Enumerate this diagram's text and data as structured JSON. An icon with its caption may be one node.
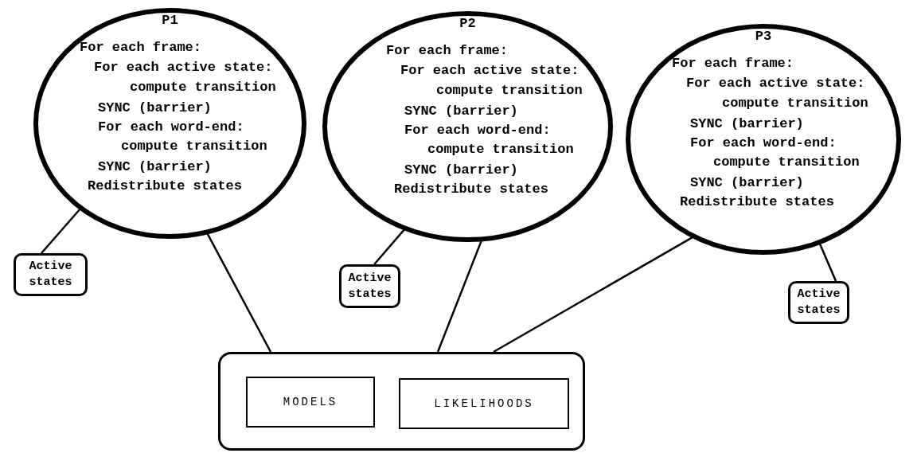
{
  "diagram": {
    "nodes": [
      {
        "text": [
          "P1",
          "For each frame:",
          "For each active state:",
          "compute transition",
          "SYNC (barrier)",
          "For each word-end:",
          "compute transition",
          "SYNC (barrier)",
          "Redistribute states"
        ]
      },
      {
        "text": [
          "P2",
          "For each frame:",
          "For each active state:",
          "compute transition",
          "SYNC (barrier)",
          "For each word-end:",
          "compute transition",
          "SYNC (barrier)",
          "Redistribute states"
        ]
      },
      {
        "text": [
          "P3",
          "For each frame:",
          "For each active state:",
          "compute transition",
          "SYNC (barrier)",
          "For each word-end:",
          "compute transition",
          "SYNC (barrier)",
          "Redistribute states"
        ]
      },
      {
        "text": [
          "Active states"
        ]
      },
      {
        "text": [
          "Active states"
        ]
      },
      {
        "text": [
          "Active states"
        ]
      },
      {
        "text": [],
        "shape": "box"
      },
      {
        "text": [
          "MODELS"
        ],
        "in": 6
      },
      {
        "text": [
          "LIKELIHOODS"
        ],
        "in": 6
      }
    ],
    "edges": [
      {
        "from": 0,
        "to": 3,
        "arrow": "none"
      },
      {
        "from": 0,
        "to": 6,
        "arrow": "none"
      },
      {
        "from": 1,
        "to": 4,
        "arrow": "none"
      },
      {
        "from": 1,
        "to": 6,
        "arrow": "none"
      },
      {
        "from": 2,
        "to": 6,
        "arrow": "none"
      },
      {
        "from": 2,
        "to": 5,
        "arrow": "none"
      }
    ]
  }
}
